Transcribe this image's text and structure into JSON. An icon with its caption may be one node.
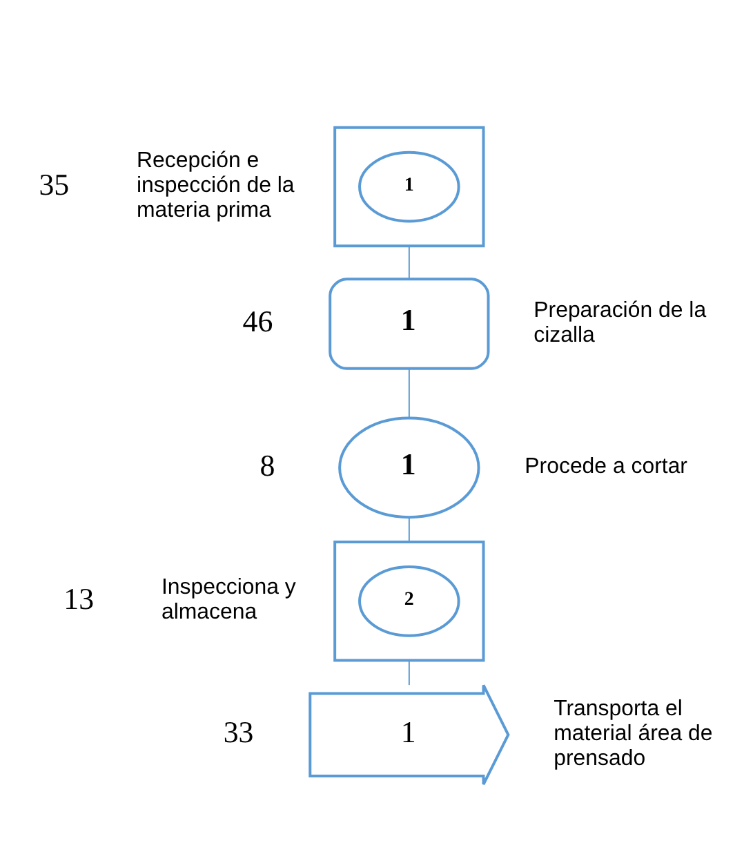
{
  "diagram": {
    "nodes": [
      {
        "text": [],
        "shape": "box",
        "beside": [
          "35",
          "Recepción e inspección de la materia prima"
        ]
      },
      {
        "text": [
          "1"
        ],
        "in": 0
      },
      {
        "text": [
          "1"
        ],
        "beside": [
          "46",
          "Preparación de la cizalla"
        ]
      },
      {
        "text": [
          "1"
        ],
        "beside": [
          "8",
          "Procede a cortar"
        ]
      },
      {
        "text": [],
        "shape": "box",
        "beside": [
          "13",
          "Inspecciona y almacena"
        ]
      },
      {
        "text": [
          "2"
        ],
        "in": 4
      },
      {
        "text": [
          "1"
        ],
        "beside": [
          "33",
          "Transporta el material área de prensado"
        ]
      }
    ],
    "edges": [
      {
        "from": 0,
        "to": 2,
        "arrow": "none"
      },
      {
        "from": 2,
        "to": 3,
        "arrow": "none"
      },
      {
        "from": 3,
        "to": 4,
        "arrow": "none"
      },
      {
        "from": 4,
        "to": 6,
        "arrow": "none"
      }
    ]
  }
}
